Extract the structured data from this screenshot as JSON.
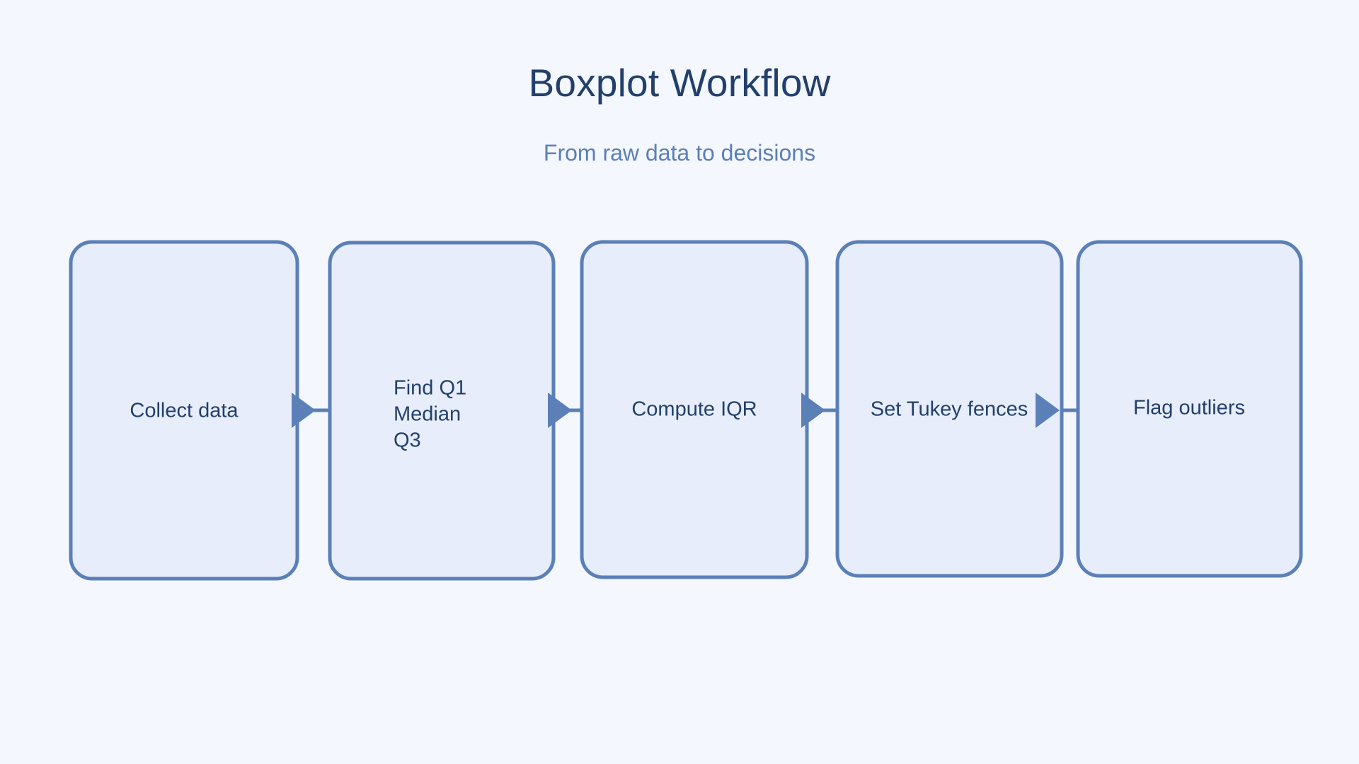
{
  "page": {
    "background_color": "#f4f7fe"
  },
  "header": {
    "title": "Boxplot Workflow",
    "subtitle": "From raw data to decisions",
    "title_color": "#22406b",
    "subtitle_color": "#5b7fb8"
  },
  "theme": {
    "node_fill": "#e7edfb",
    "node_stroke": "#5b80b8",
    "node_text": "#22406b",
    "arrow_color": "#5b80b8"
  },
  "chart_data": {
    "type": "diagram",
    "diagram_kind": "flowchart",
    "orientation": "left-to-right",
    "title": "Boxplot Workflow",
    "subtitle": "From raw data to decisions",
    "nodes": [
      {
        "id": "n1",
        "label": "Collect data",
        "lines": [
          "Collect data"
        ],
        "align": "center"
      },
      {
        "id": "n2",
        "label": "Find Q1 Median Q3",
        "lines": [
          "Find Q1",
          "Median",
          "Q3"
        ],
        "align": "left"
      },
      {
        "id": "n3",
        "label": "Compute IQR",
        "lines": [
          "Compute IQR"
        ],
        "align": "center"
      },
      {
        "id": "n4",
        "label": "Set Tukey fences",
        "lines": [
          "Set Tukey fences"
        ],
        "align": "center"
      },
      {
        "id": "n5",
        "label": "Flag outliers",
        "lines": [
          "Flag outliers"
        ],
        "align": "center"
      }
    ],
    "edges": [
      {
        "from": "n1",
        "to": "n2",
        "style": "arrow"
      },
      {
        "from": "n2",
        "to": "n3",
        "style": "arrow"
      },
      {
        "from": "n3",
        "to": "n4",
        "style": "arrow"
      },
      {
        "from": "n4",
        "to": "n5",
        "style": "arrow"
      }
    ],
    "node_count": 5,
    "edge_count": 4
  },
  "nodes": {
    "n1": {
      "line1": "Collect data"
    },
    "n2": {
      "line1": "Find Q1",
      "line2": "Median",
      "line3": "Q3"
    },
    "n3": {
      "line1": "Compute IQR"
    },
    "n4": {
      "line1": "Set Tukey fences"
    },
    "n5": {
      "line1": "Flag outliers"
    }
  }
}
